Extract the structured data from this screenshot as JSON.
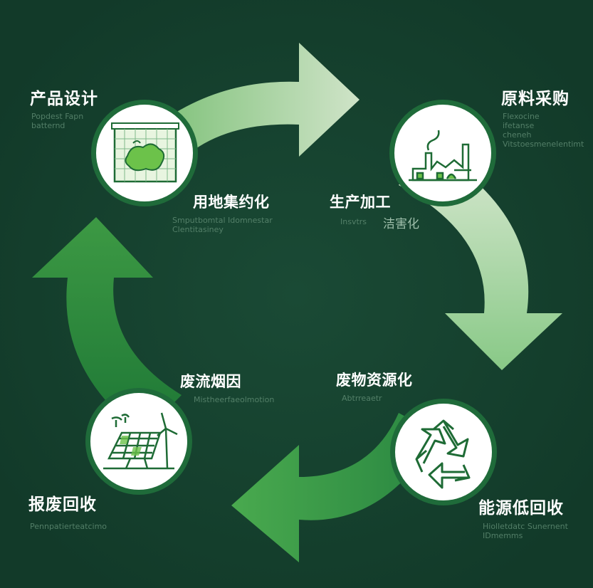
{
  "colors": {
    "background": "#15412f",
    "arrow_dark": "#1e7a3a",
    "arrow_light": "#cfe8c4",
    "circle_border": "#1f6b3a",
    "icon_stroke": "#1e6b35"
  },
  "stages": {
    "product_design": {
      "title": "产品设计",
      "sub": "Popdest Fapn\nbatternd",
      "inner_title": "用地集约化",
      "inner_sub": "Smputbomtal Idomnestar\nClentitasiney",
      "icon": "map-icon"
    },
    "raw_material": {
      "title": "原料采购",
      "sub": "Flexocine\nifetanse\ncheneh\nVitstoesmenelentimt",
      "inner_title": "生产加工",
      "inner_sub": "Insvtrs",
      "inner_sub2": "洁害化",
      "icon": "factory-icon"
    },
    "energy_recovery": {
      "title": "能源低回收",
      "sub": "Hiolletdatc Sunernent\nIDmemms",
      "inner_title": "废物资源化",
      "inner_sub": "Abtrreaetr",
      "icon": "recycle-icon"
    },
    "scrap_recovery": {
      "title": "报废回收",
      "sub": "Pennpatierteatcimo",
      "inner_title": "废流烟因",
      "inner_sub": "Mistheerfaeolmotion",
      "icon": "solar-wind-icon"
    }
  }
}
